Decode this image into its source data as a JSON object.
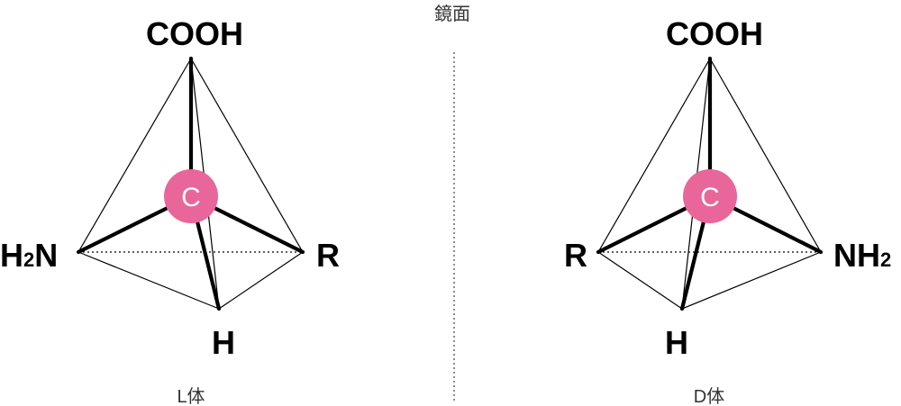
{
  "mirror": {
    "label": "鏡面"
  },
  "colors": {
    "carbon_fill": "#e8669a",
    "line": "#000000",
    "caption_text": "#333333"
  },
  "left_molecule": {
    "caption": "L体",
    "center": "C",
    "top": "COOH",
    "left": {
      "main": "H",
      "sub": "2",
      "tail": "N"
    },
    "right": "R",
    "bottom": "H"
  },
  "right_molecule": {
    "caption": "D体",
    "center": "C",
    "top": "COOH",
    "left": "R",
    "right": {
      "main": "NH",
      "sub": "2"
    },
    "bottom": "H"
  }
}
